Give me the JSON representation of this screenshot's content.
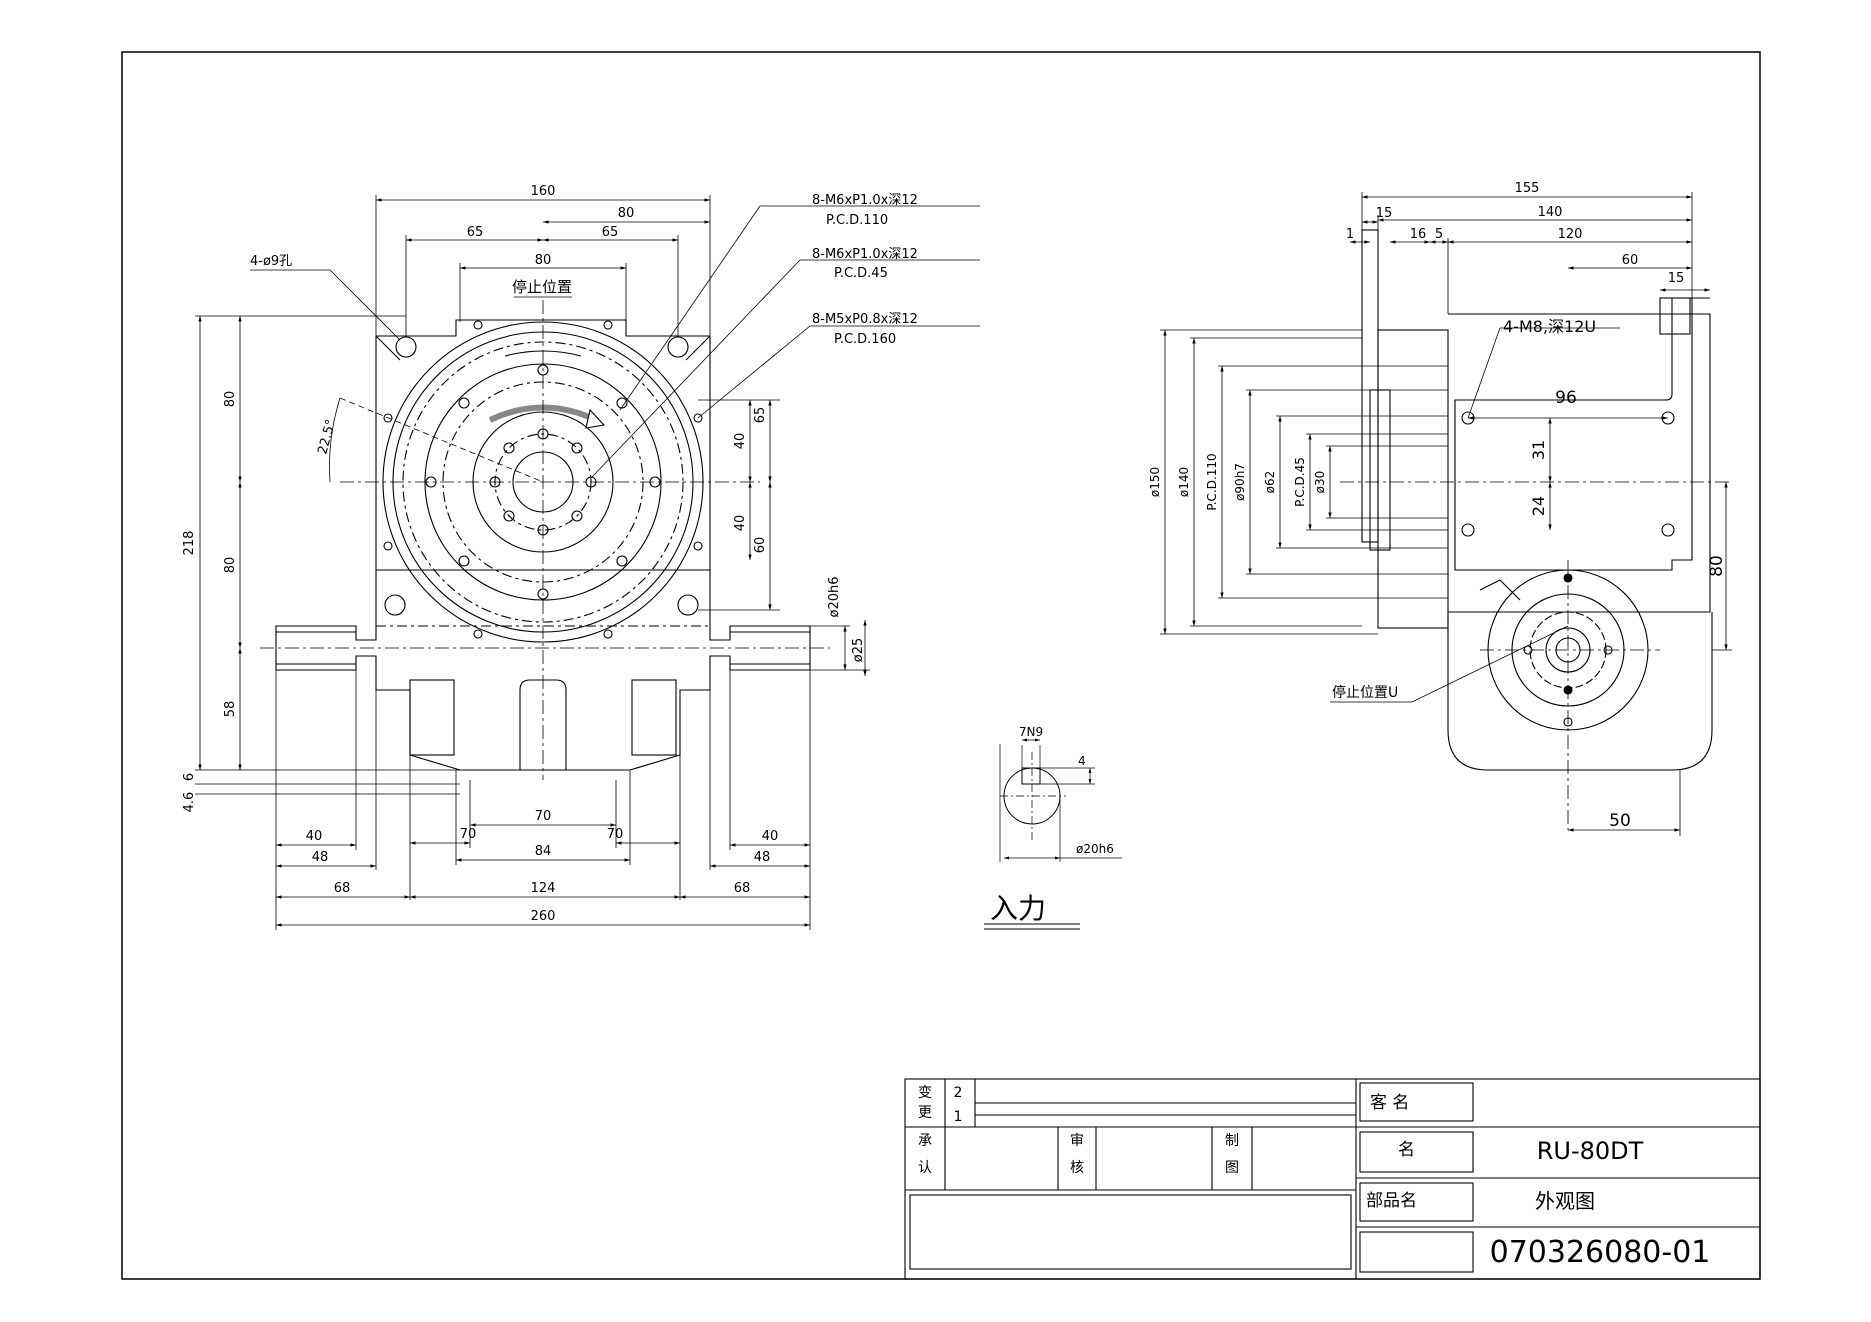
{
  "front_view": {
    "callout_holes": "4-ø9孔",
    "stop_position": "停止位置",
    "angle": "22.5°",
    "notes": [
      {
        "thread": "8-M6xP1.0x深12",
        "pcd": "P.C.D.110"
      },
      {
        "thread": "8-M6xP1.0x深12",
        "pcd": "P.C.D.45"
      },
      {
        "thread": "8-M5xP0.8x深12",
        "pcd": "P.C.D.160"
      }
    ],
    "dims_top": {
      "d160": "160",
      "d80a": "80",
      "d65a": "65",
      "d65b": "65",
      "d80b": "80"
    },
    "dims_left": {
      "d218": "218",
      "d80a": "80",
      "d80b": "80",
      "d58": "58",
      "d6": "6",
      "d46": "4.6"
    },
    "dims_right": {
      "d65": "65",
      "d40a": "40",
      "d40b": "40",
      "d60": "60",
      "shaft_dia": "ø20h6",
      "d25": "ø25"
    },
    "dims_bottom": {
      "d70c": "70",
      "d70l": "70",
      "d70r": "70",
      "d84": "84",
      "d124": "124",
      "d40l": "40",
      "d48l": "48",
      "d68l": "68",
      "d40r": "40",
      "d48r": "48",
      "d68r": "68",
      "d260": "260"
    }
  },
  "shaft_detail": {
    "key": "7N9",
    "depth": "4",
    "dia": "ø20h6",
    "label": "入力"
  },
  "side_view": {
    "dims_top": {
      "d155": "155",
      "d15": "15",
      "d140": "140",
      "d1": "1",
      "d16": "16",
      "d5": "5",
      "d120": "120",
      "d60": "60",
      "d15b": "15"
    },
    "tap_note": "4-M8,深12U",
    "d96": "96",
    "d31": "31",
    "d24": "24",
    "d80": "80",
    "d50": "50",
    "stop_position": "停止位置U",
    "vertical_dims": {
      "d150": "ø150",
      "d140": "ø140",
      "pcd110": "P.C.D.110",
      "d90": "ø90h7",
      "d62": "ø62",
      "pcd45": "P.C.D.45",
      "d30": "ø30"
    }
  },
  "title_block": {
    "change_label_1": "变",
    "change_label_2": "更",
    "rev2": "2",
    "rev1": "1",
    "approve_1": "承",
    "approve_2": "认",
    "check_1": "审",
    "check_2": "核",
    "draw_1": "制",
    "draw_2": "图",
    "customer_label": "客 名",
    "name_label": "名",
    "name_value": "RU-80DT",
    "part_label": "部品名",
    "part_value": "外观图",
    "drawing_no": "070326080-01"
  }
}
